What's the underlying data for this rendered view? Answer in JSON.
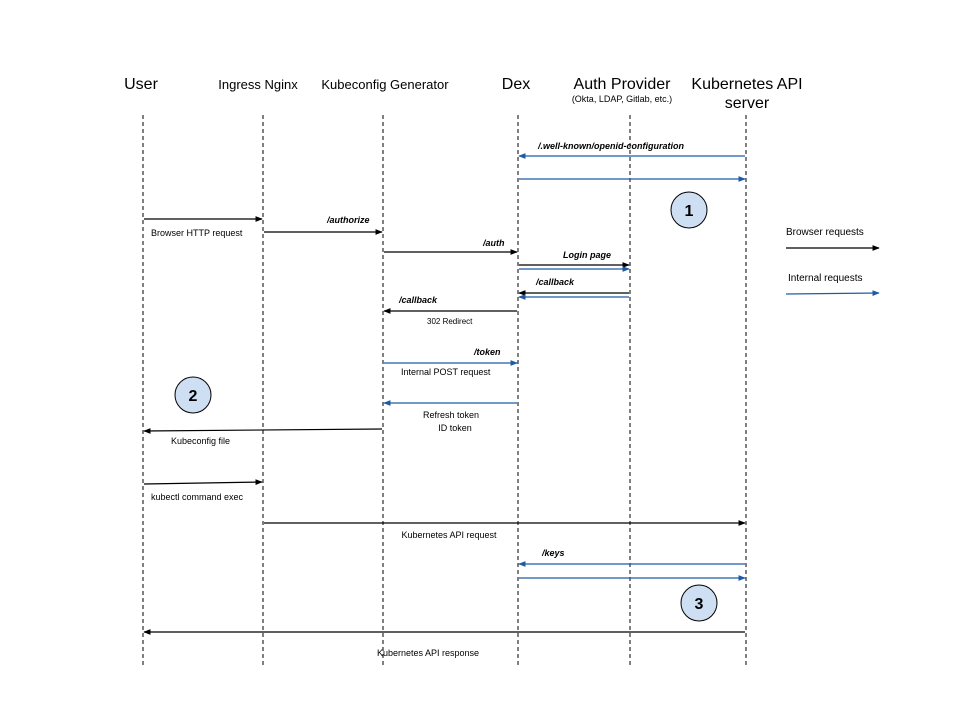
{
  "colors": {
    "browser": "#000000",
    "internal": "#1f5aa6",
    "badge_fill": "#cfdff3",
    "badge_stroke": "#000000"
  },
  "participants": [
    {
      "id": "user",
      "label": "User"
    },
    {
      "id": "nginx",
      "label": "Ingress Nginx"
    },
    {
      "id": "kubegen",
      "label": "Kubeconfig Generator"
    },
    {
      "id": "dex",
      "label": "Dex"
    },
    {
      "id": "auth",
      "label": "Auth Provider",
      "sublabel": "(Okta, LDAP, Gitlab, etc.)"
    },
    {
      "id": "k8s",
      "label": "Kubernetes API",
      "label2": "server"
    }
  ],
  "messages": [
    {
      "from": "k8s",
      "to": "dex",
      "kind": "internal",
      "command": "/.well-known/openid-configuration"
    },
    {
      "from": "dex",
      "to": "k8s",
      "kind": "internal"
    },
    {
      "from": "user",
      "to": "nginx",
      "kind": "browser",
      "note": "Browser HTTP request"
    },
    {
      "from": "nginx",
      "to": "kubegen",
      "kind": "browser",
      "command": "/authorize"
    },
    {
      "from": "kubegen",
      "to": "dex",
      "kind": "browser",
      "command": "/auth"
    },
    {
      "from": "dex",
      "to": "auth",
      "kind": "browser",
      "command": "Login page"
    },
    {
      "from": "dex",
      "to": "auth",
      "kind": "internal"
    },
    {
      "from": "auth",
      "to": "dex",
      "kind": "browser",
      "command": "/callback"
    },
    {
      "from": "auth",
      "to": "dex",
      "kind": "internal"
    },
    {
      "from": "dex",
      "to": "kubegen",
      "kind": "browser",
      "command": "/callback",
      "note": "302 Redirect"
    },
    {
      "from": "kubegen",
      "to": "dex",
      "kind": "internal",
      "command": "/token",
      "note": "Internal POST request"
    },
    {
      "from": "dex",
      "to": "kubegen",
      "kind": "internal",
      "note": "Refresh token",
      "note2": "ID token"
    },
    {
      "from": "kubegen",
      "to": "user",
      "kind": "browser",
      "note": "Kubeconfig file"
    },
    {
      "from": "user",
      "to": "nginx",
      "kind": "browser",
      "note": "kubectl command exec"
    },
    {
      "from": "nginx",
      "to": "k8s",
      "kind": "browser",
      "note": "Kubernetes API request"
    },
    {
      "from": "k8s",
      "to": "dex",
      "kind": "internal",
      "command": "/keys"
    },
    {
      "from": "dex",
      "to": "k8s",
      "kind": "internal"
    },
    {
      "from": "k8s",
      "to": "user",
      "kind": "browser",
      "note": "Kubernetes API response"
    }
  ],
  "badges": [
    "1",
    "2",
    "3"
  ],
  "legend": [
    {
      "label": "Browser requests",
      "kind": "browser"
    },
    {
      "label": "Internal requests",
      "kind": "internal"
    }
  ]
}
